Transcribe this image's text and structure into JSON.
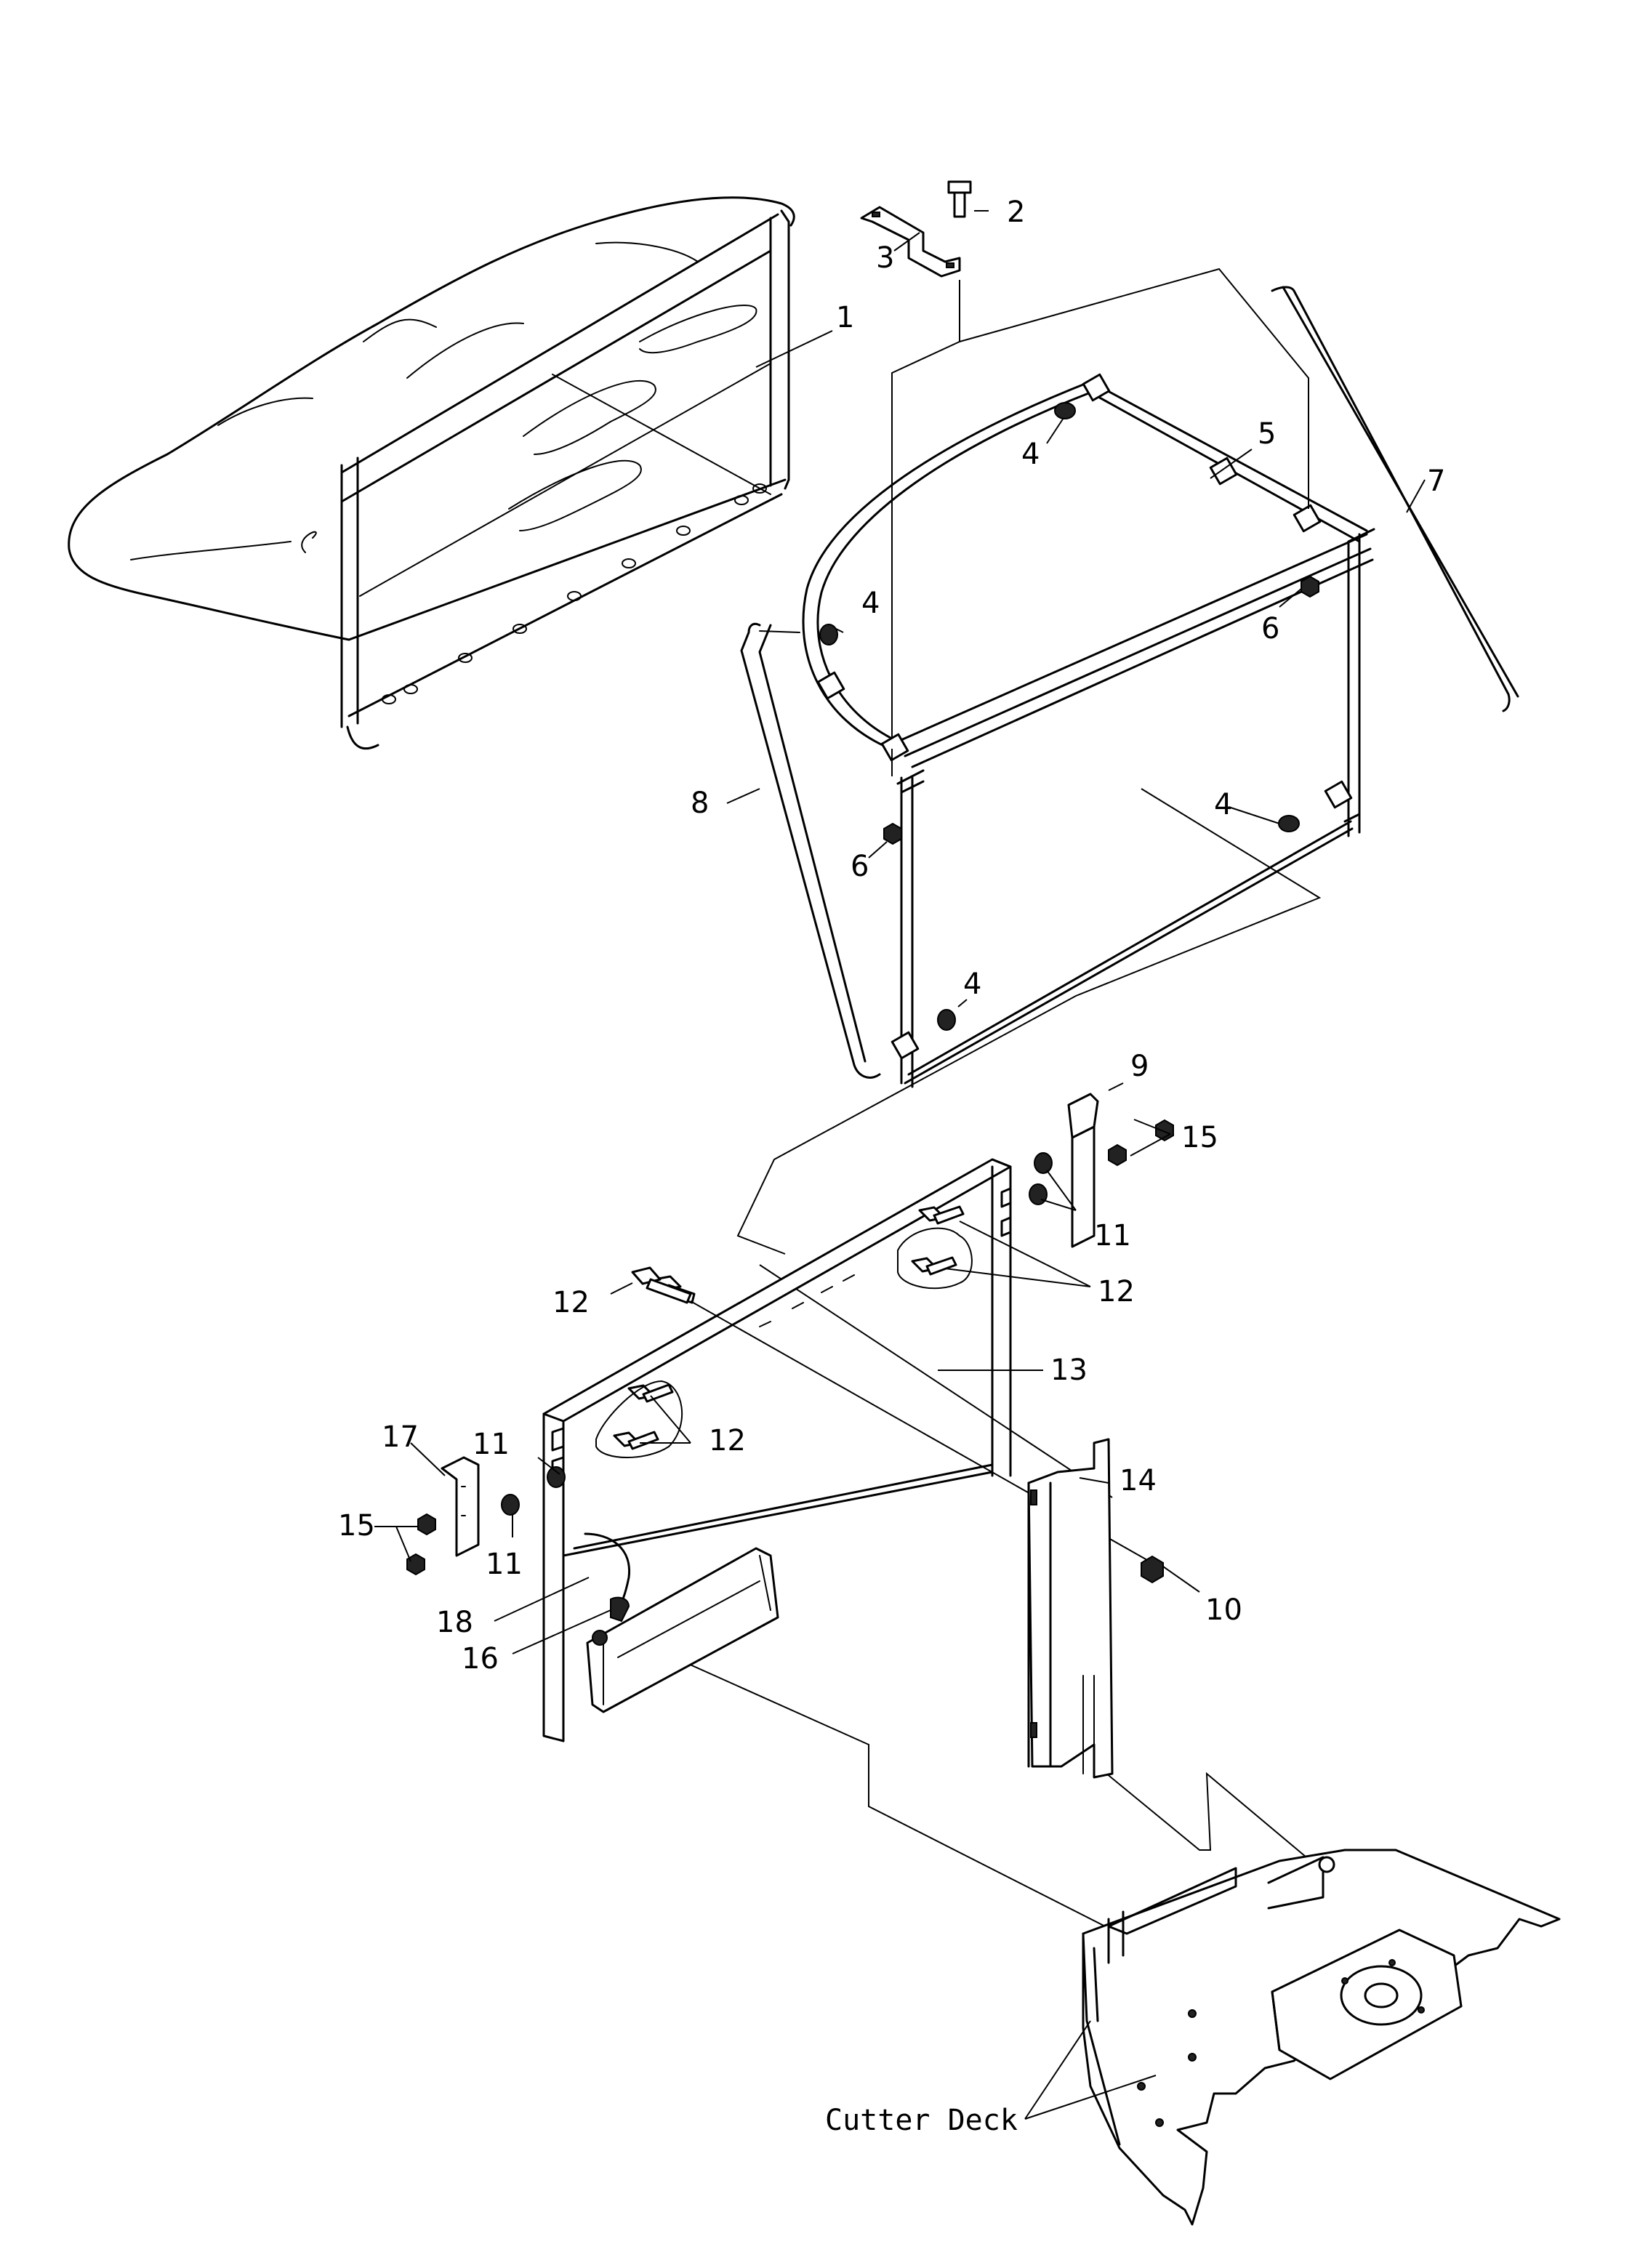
{
  "diagram": {
    "type": "exploded-parts-view",
    "callouts": [
      "1",
      "2",
      "3",
      "4",
      "4",
      "4",
      "4",
      "5",
      "6",
      "6",
      "7",
      "8",
      "9",
      "10",
      "11",
      "11",
      "11",
      "12",
      "12",
      "12",
      "13",
      "14",
      "15",
      "15",
      "16",
      "17",
      "18"
    ],
    "callout_labels": {
      "c1": "1",
      "c2": "2",
      "c3": "3",
      "c4a": "4",
      "c4b": "4",
      "c4c": "4",
      "c4d": "4",
      "c5": "5",
      "c6a": "6",
      "c6b": "6",
      "c7": "7",
      "c8": "8",
      "c9": "9",
      "c10": "10",
      "c11a": "11",
      "c11b": "11",
      "c11c": "11",
      "c12a": "12",
      "c12b": "12",
      "c12c": "12",
      "c13": "13",
      "c14": "14",
      "c15a": "15",
      "c15b": "15",
      "c16": "16",
      "c17": "17",
      "c18": "18"
    },
    "cutter_deck_label": "Cutter Deck"
  }
}
